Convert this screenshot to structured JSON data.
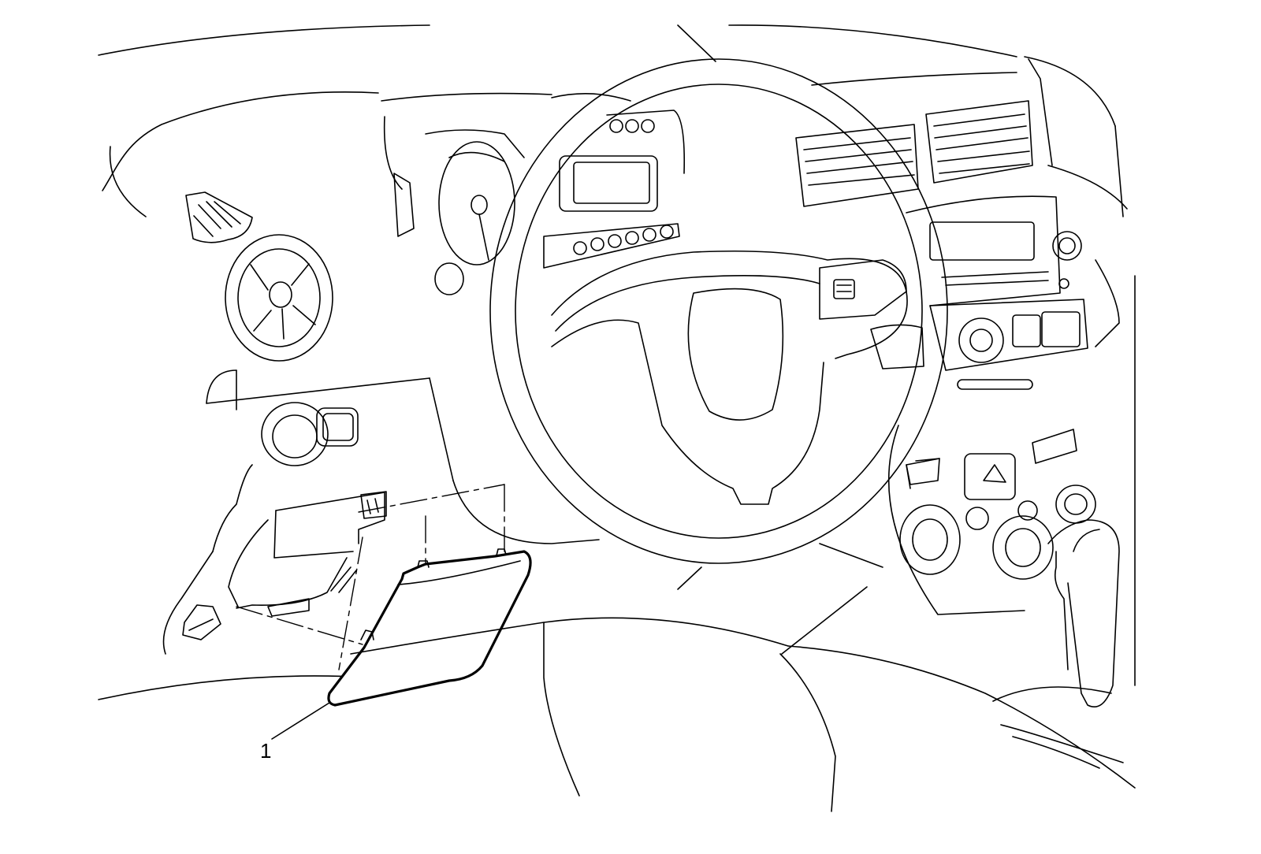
{
  "callouts": [
    {
      "number": "1"
    }
  ],
  "colors": {
    "line": "#000000",
    "background": "#ffffff"
  },
  "icons": [
    "steering-wheel",
    "air-vent",
    "hazard-switch",
    "gear-shifter",
    "instrument-cluster",
    "radio",
    "knee-bolster-trim-panel"
  ]
}
